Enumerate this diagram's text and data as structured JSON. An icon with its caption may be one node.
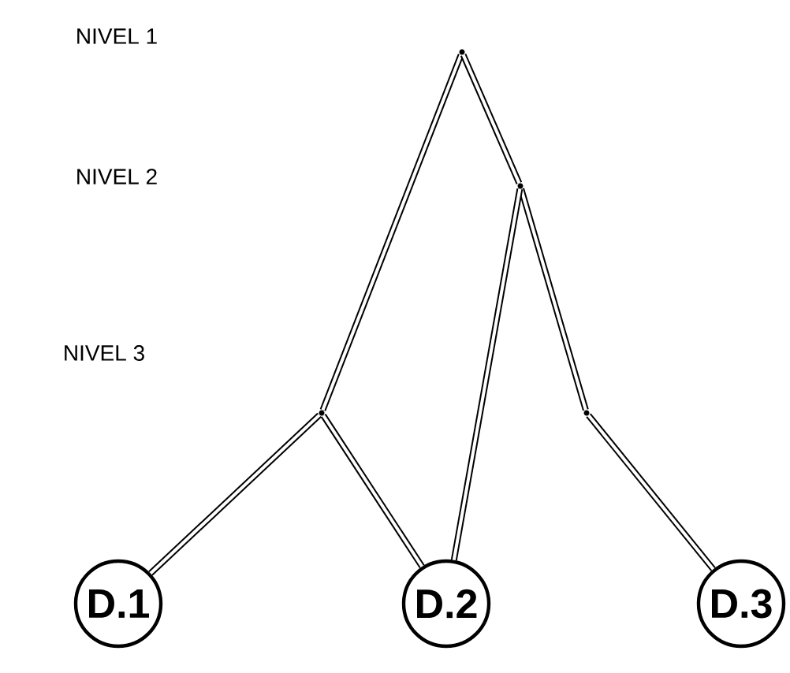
{
  "diagram": {
    "nodes": [
      {
        "text": [],
        "shape": "point"
      },
      {
        "text": [],
        "shape": "point"
      },
      {
        "text": [],
        "shape": "point"
      },
      {
        "text": [],
        "shape": "point"
      },
      {
        "text": [
          "D.1"
        ]
      },
      {
        "text": [
          "D.2"
        ]
      },
      {
        "text": [
          "D.3"
        ]
      }
    ],
    "edges": [
      {
        "from": 0,
        "to": 2,
        "arrow": "none"
      },
      {
        "from": 0,
        "to": 1,
        "arrow": "none"
      },
      {
        "from": 1,
        "to": 3,
        "arrow": "none"
      },
      {
        "from": 1,
        "to": 5,
        "arrow": "none"
      },
      {
        "from": 2,
        "to": 4,
        "arrow": "none"
      },
      {
        "from": 2,
        "to": 5,
        "arrow": "none"
      },
      {
        "from": 3,
        "to": 6,
        "arrow": "none"
      }
    ],
    "labels": [
      "NIVEL 1",
      "NIVEL 2",
      "NIVEL 3"
    ]
  }
}
